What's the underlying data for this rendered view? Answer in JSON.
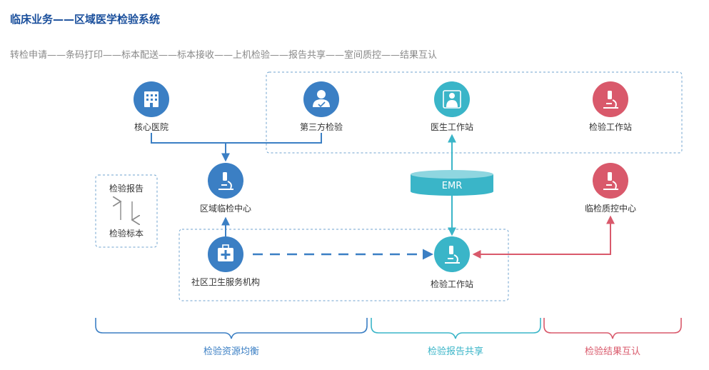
{
  "header": {
    "title": "临床业务——区域医学检验系统",
    "flow": "转检申请——条码打印——标本配送——标本接收——上机检验——报告共享——室间质控——结果互认"
  },
  "nodes": {
    "core_hospital": "核心医院",
    "third_party": "第三方检验",
    "doctor_station": "医生工作站",
    "lab_station_top": "检验工作站",
    "regional_center": "区域临检中心",
    "qc_center": "临检质控中心",
    "community": "社区卫生服务机构",
    "lab_station_main": "检验工作站",
    "emr": "EMR"
  },
  "legend": {
    "report": "检验报告",
    "specimen": "检验标本"
  },
  "bottom": {
    "resource": "检验资源均衡",
    "sharing": "检验报告共享",
    "mutual": "检验结果互认"
  },
  "colors": {
    "blue": "#3b7fc4",
    "teal": "#3ab5c8",
    "red": "#d9596b",
    "dashed_border": "#6fa3cf"
  }
}
